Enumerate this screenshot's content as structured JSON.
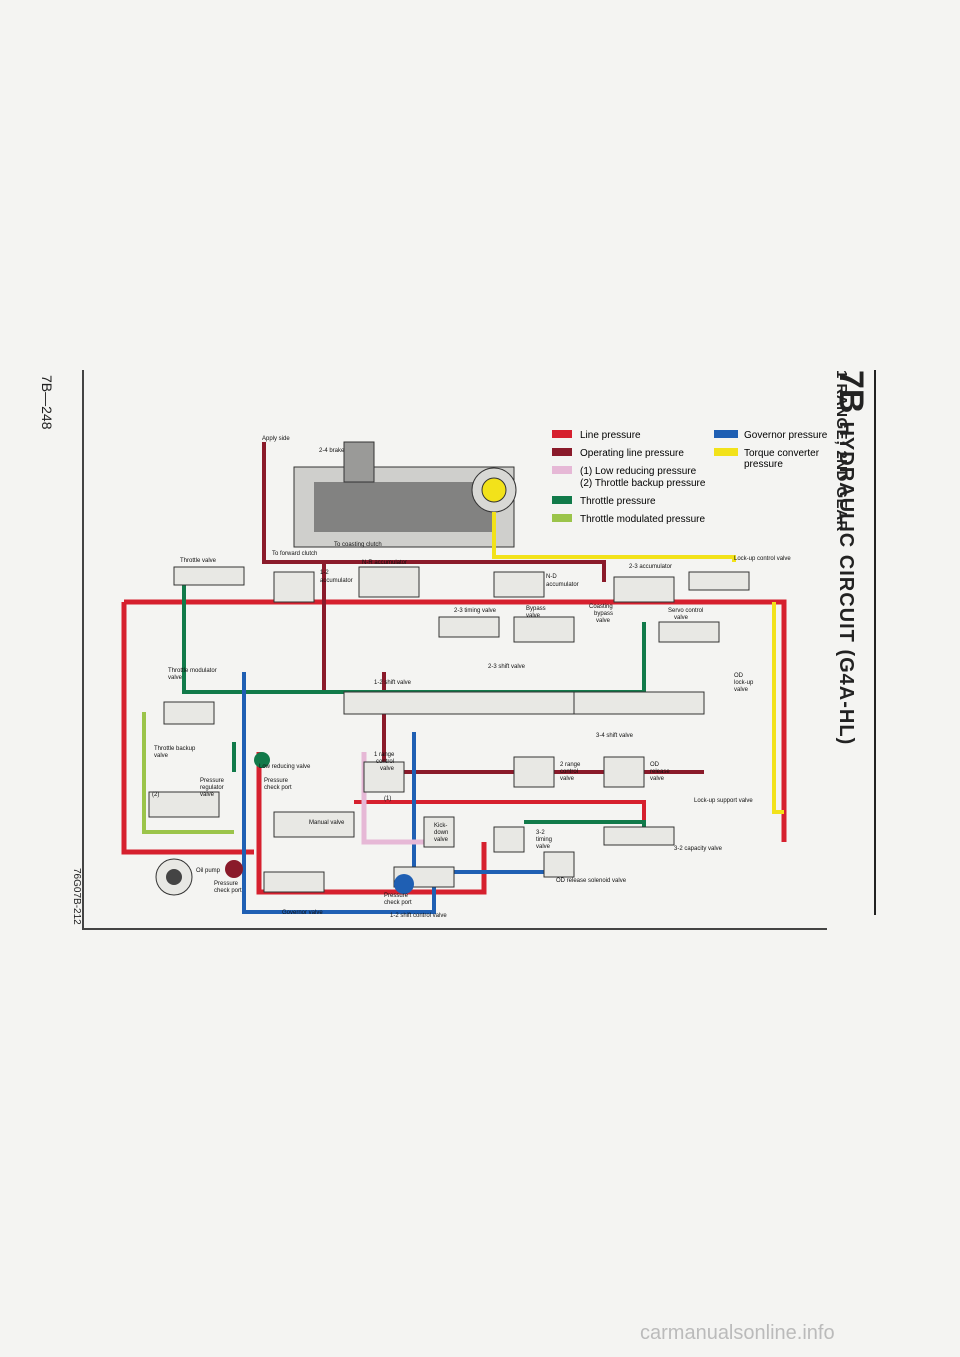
{
  "header": {
    "section_code": "7B",
    "title": "HYDRAULIC CIRCUIT (G4A-HL)",
    "subtitle": "1 RANGE; 2ND GEAR"
  },
  "footer": {
    "page_number": "7B—248",
    "figure_code": "76G07B-212",
    "watermark": "carmanualsonline.info"
  },
  "legend": [
    {
      "label": "Line pressure",
      "color": "#d6202e"
    },
    {
      "label": "Operating line pressure",
      "color": "#8a1a2a"
    },
    {
      "label": "(1) Low reducing pressure",
      "label2": "(2) Throttle backup pressure",
      "color": "#e6b8d6"
    },
    {
      "label": "Throttle pressure",
      "color": "#117a4a"
    },
    {
      "label": "Throttle modulated pressure",
      "color": "#9bc44a"
    },
    {
      "label": "Governor pressure",
      "color": "#1f5fb3"
    },
    {
      "label": "Torque converter",
      "label2": "pressure",
      "color": "#f2e21a"
    }
  ],
  "labels": {
    "apply_side": "Apply side",
    "brake_24": "2-4 brake",
    "to_coasting_clutch": "To coasting clutch",
    "to_forward_clutch": "To forward clutch",
    "throttle_valve": "Throttle valve",
    "acc_12": "1-2",
    "acc_12b": "accumulator",
    "nr_accumulator": "N-R accumulator",
    "nd": "N-D",
    "nd_acc": "accumulator",
    "acc_23": "2-3 accumulator",
    "lockup_control_valve": "Lock-up control valve",
    "timing_23": "2-3 timing valve",
    "bypass": "Bypass",
    "bypass_valve": "valve",
    "coasting": "Coasting",
    "coasting_bypass": "bypass",
    "coasting_valve": "valve",
    "servo_control": "Servo control",
    "servo_valve": "valve",
    "shift_23": "2-3 shift valve",
    "throttle_modulator": "Throttle modulator",
    "throttle_modulator_valve": "valve",
    "shift_12": "1-2 shift valve",
    "od_lockup": "OD",
    "od_lockup2": "lock-up",
    "od_lockup3": "valve",
    "shift_34": "3-4 shift valve",
    "throttle_backup": "Throttle backup",
    "throttle_backup_valve": "valve",
    "low_reducing_valve": "Low reducing valve",
    "range1": "1 range",
    "range1_control": "control",
    "range1_valve": "valve",
    "mark1": "(1)",
    "range2": "2 range",
    "range2_control": "control",
    "range2_valve": "valve",
    "od_release": "OD",
    "od_release2": "release",
    "od_release3": "valve",
    "pressure_regulator": "Pressure",
    "pressure_regulator2": "regulator",
    "pressure_regulator3": "valve",
    "mark2": "(2)",
    "pressure_check_port": "Pressure",
    "pressure_check_port2": "check port",
    "lockup_support": "Lock-up support valve",
    "manual_valve": "Manual valve",
    "kickdown": "Kick-",
    "kickdown2": "down",
    "kickdown3": "valve",
    "timing_32": "3-2",
    "timing_32b": "timing",
    "timing_32c": "valve",
    "capacity_32": "3-2 capacity valve",
    "oil_pump": "Oil pump",
    "pcp_left": "Pressure",
    "pcp_left2": "check port",
    "pcp_mid": "Pressure",
    "pcp_mid2": "check port",
    "od_release_solenoid": "OD release solenoid valve",
    "governor_valve": "Governor valve",
    "shift_control_12": "1-2 shift control valve"
  }
}
